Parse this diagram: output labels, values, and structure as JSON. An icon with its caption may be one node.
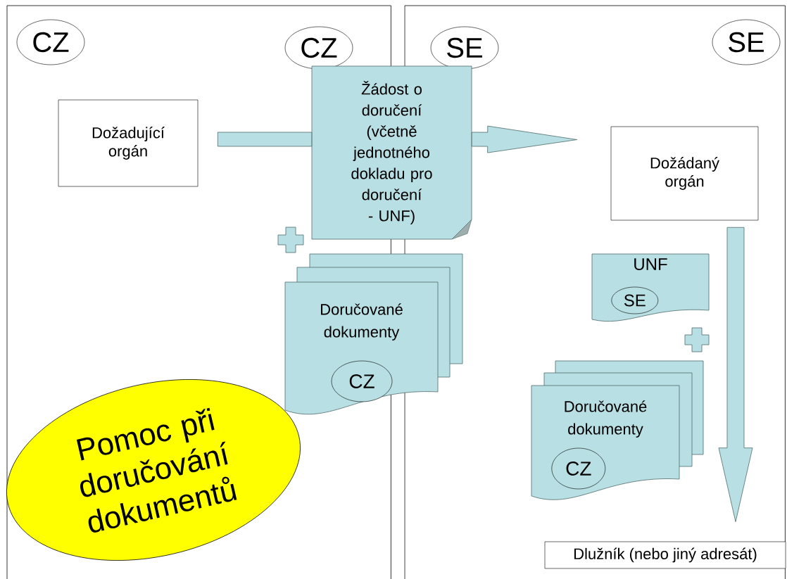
{
  "diagram": {
    "nodes": [
      {
        "text": [],
        "shape": "box"
      },
      {
        "text": [
          "CZ"
        ],
        "in": 0
      },
      {
        "text": [
          "CZ"
        ],
        "in": 0
      },
      {
        "text": [],
        "shape": "box"
      },
      {
        "text": [
          "SE"
        ],
        "in": 3
      },
      {
        "text": [
          "SE"
        ],
        "in": 3
      },
      {
        "text": [
          "Dožadující orgán"
        ],
        "in": 0
      },
      {
        "text": [
          "Žádost o doručení (včetně jednotného dokladu pro doručení - UNF)"
        ]
      },
      {
        "text": [
          "Doručované dokumenty"
        ]
      },
      {
        "text": [
          "CZ"
        ]
      },
      {
        "text": [
          "Dožádaný orgán"
        ],
        "in": 3
      },
      {
        "text": [
          "UNF"
        ],
        "in": 3
      },
      {
        "text": [
          "SE"
        ],
        "in": 11
      },
      {
        "text": [
          "Doručované dokumenty"
        ],
        "in": 3
      },
      {
        "text": [
          "CZ"
        ],
        "in": 13
      },
      {
        "text": [
          "Dlužník (nebo jiný adresát)"
        ],
        "in": 3
      },
      {
        "text": [
          "Pomoc při doručování dokumentů"
        ],
        "in": 0
      }
    ],
    "edges": [
      {
        "from": 6,
        "to": 7,
        "arrow": "none"
      },
      {
        "from": 7,
        "to": 10,
        "arrow": "to"
      },
      {
        "from": 10,
        "to": 15,
        "arrow": "to"
      }
    ]
  }
}
